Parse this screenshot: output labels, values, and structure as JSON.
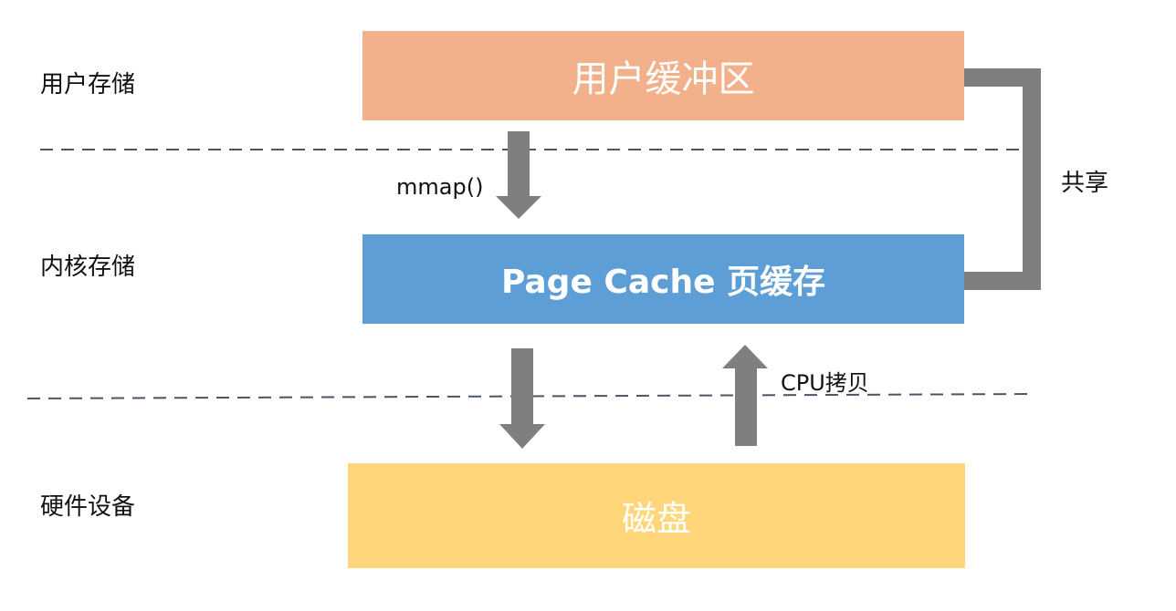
{
  "layers": {
    "user_storage": "用户存储",
    "kernel_storage": "内核存储",
    "hardware": "硬件设备"
  },
  "boxes": {
    "user_buffer": "用户缓冲区",
    "page_cache": "Page Cache 页缓存",
    "disk": "磁盘"
  },
  "labels": {
    "mmap": "mmap()",
    "share": "共享",
    "cpu_copy": "CPU拷贝"
  },
  "colors": {
    "user_buffer": "#f2b18b",
    "page_cache": "#5e9ed6",
    "disk": "#ffd77a",
    "arrow": "#7f7f7f",
    "divider": "#4a5568"
  }
}
